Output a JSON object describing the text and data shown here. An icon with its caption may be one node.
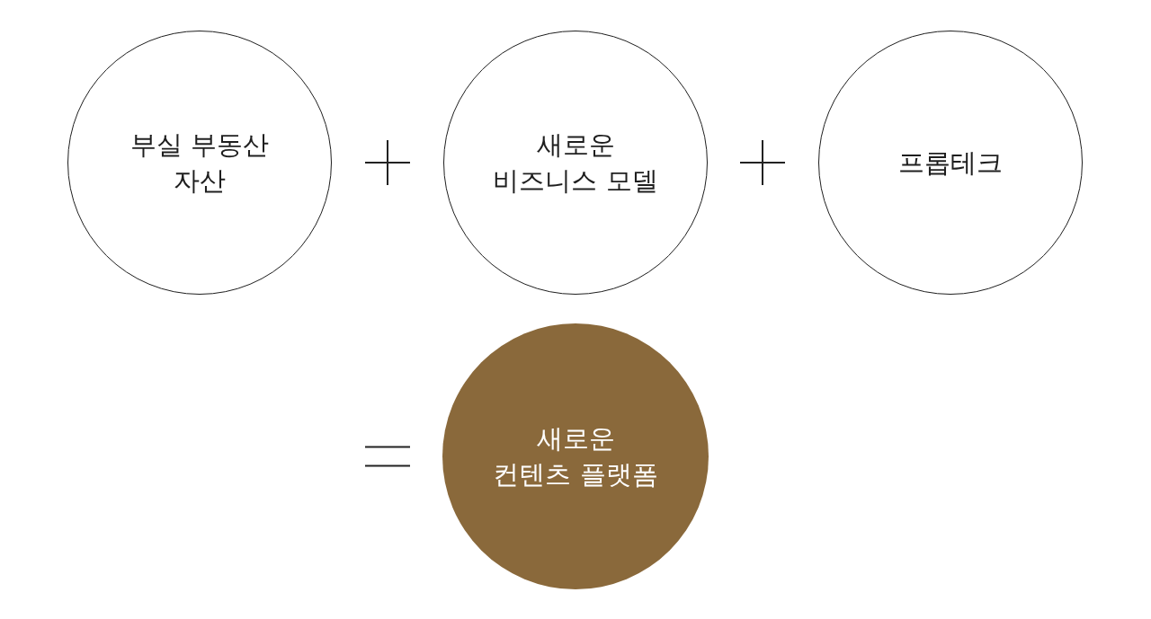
{
  "diagram": {
    "nodes": [
      {
        "text": [
          "부실 부동산 자산"
        ]
      },
      {
        "text": [
          "새로운 비즈니스 모델"
        ]
      },
      {
        "text": [
          "프롭테크"
        ]
      },
      {
        "text": [
          "새로운 컨텐츠 플랫폼"
        ]
      }
    ]
  }
}
